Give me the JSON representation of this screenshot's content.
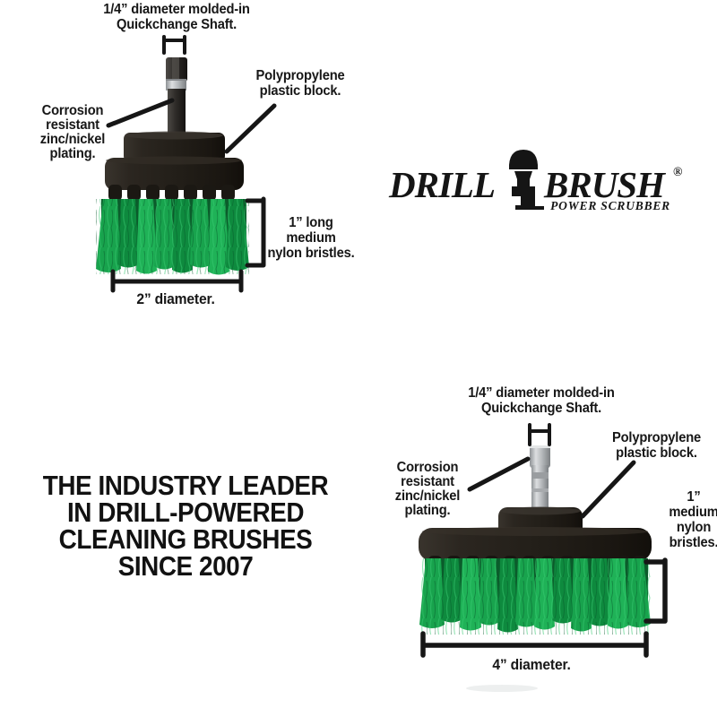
{
  "brand": {
    "word1": "DRILL",
    "word2": "BRUSH",
    "registered": "®",
    "tagline": "POWER SCRUBBER"
  },
  "headline": {
    "lines": [
      "THE INDUSTRY LEADER",
      "IN DRILL-POWERED",
      "CLEANING BRUSHES",
      "SINCE 2007"
    ]
  },
  "brush_small": {
    "shaft_label": [
      "1/4” diameter molded-in",
      "Quickchange Shaft."
    ],
    "block_label": [
      "Polypropylene",
      "plastic block."
    ],
    "plating_label": [
      "Corrosion",
      "resistant",
      "zinc/nickel",
      "plating."
    ],
    "bristle_label": [
      "1” long",
      "medium",
      "nylon bristles."
    ],
    "diameter_label": "2” diameter."
  },
  "brush_large": {
    "shaft_label": [
      "1/4” diameter molded-in",
      "Quickchange Shaft."
    ],
    "block_label": [
      "Polypropylene",
      "plastic block."
    ],
    "plating_label": [
      "Corrosion",
      "resistant",
      "zinc/nickel",
      "plating."
    ],
    "bristle_label": [
      "1”",
      "medium",
      "nylon",
      "bristles."
    ],
    "diameter_label": "4” diameter."
  },
  "colors": {
    "bristle_green": "#17a14c",
    "block_black": "#211d18",
    "text": "#171717",
    "background": "#ffffff"
  }
}
